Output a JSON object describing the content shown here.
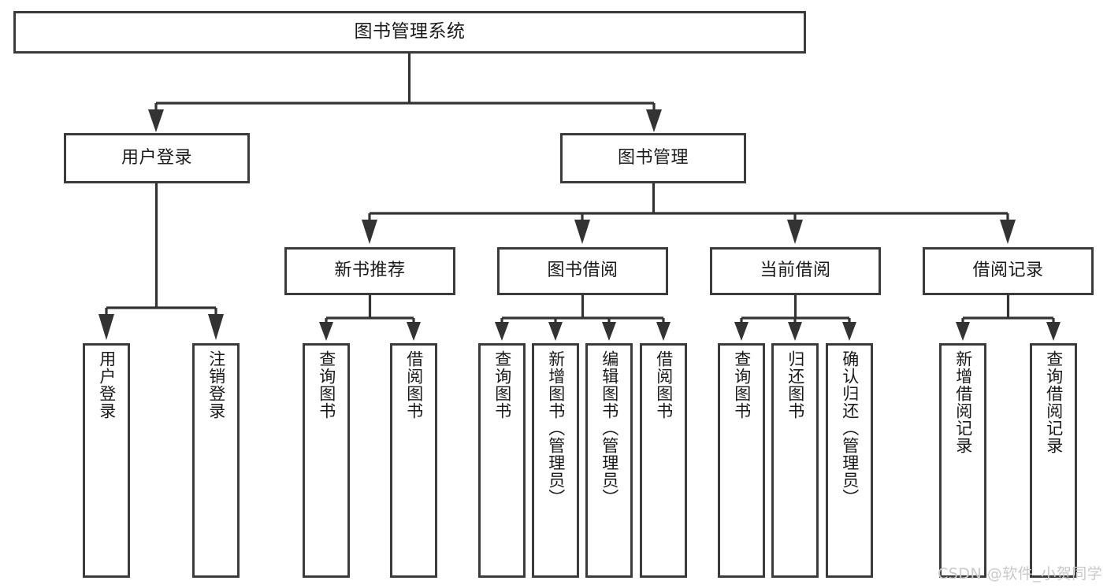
{
  "diagram": {
    "title": "图书管理系统",
    "type": "tree",
    "orientation": "top-down",
    "colors": {
      "box_border": "#3b3b3b",
      "box_fill": "#ffffff",
      "connector": "#333333",
      "text": "#1a1a1a",
      "watermark": "#c9c9c9",
      "background": "#ffffff"
    },
    "root": {
      "label": "图书管理系统"
    },
    "level2": [
      {
        "label": "用户登录"
      },
      {
        "label": "图书管理"
      }
    ],
    "level3": [
      {
        "label": "新书推荐"
      },
      {
        "label": "图书借阅"
      },
      {
        "label": "当前借阅"
      },
      {
        "label": "借阅记录"
      }
    ],
    "leaves": {
      "user_login": [
        {
          "label": "用户登录"
        },
        {
          "label": "注销登录"
        }
      ],
      "new_book": [
        {
          "label": "查询图书"
        },
        {
          "label": "借阅图书"
        }
      ],
      "borrow_book": [
        {
          "label": "查询图书"
        },
        {
          "label": "新增图书（管理员）"
        },
        {
          "label": "编辑图书（管理员）"
        },
        {
          "label": "借阅图书"
        }
      ],
      "current_borrow": [
        {
          "label": "查询图书"
        },
        {
          "label": "归还图书"
        },
        {
          "label": "确认归还（管理员）"
        }
      ],
      "borrow_record": [
        {
          "label": "新增借阅记录"
        },
        {
          "label": "查询借阅记录"
        }
      ]
    }
  },
  "watermark": {
    "text": "CSDN @软件_小贺同学"
  }
}
